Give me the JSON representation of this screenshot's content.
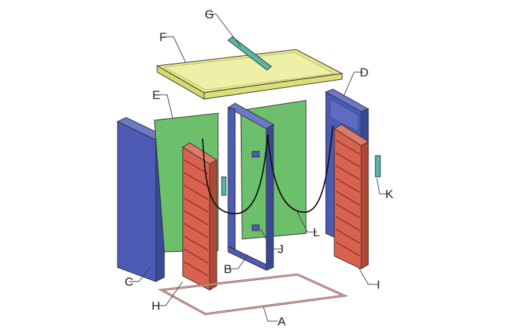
{
  "labels": {
    "A": "A",
    "B": "B",
    "C": "C",
    "D": "D",
    "E": "E",
    "F": "F",
    "G": "G",
    "H": "H",
    "I": "I",
    "J": "J",
    "K": "K",
    "L": "L"
  },
  "colors": {
    "blue_panel": "#4b5bb6",
    "green_panel": "#6cc06c",
    "red_panel": "#d9624f",
    "yellow_roof": "#e6e88a",
    "teal_part": "#55b9a8",
    "base_frame": "#c99a96",
    "cable": "#111111"
  }
}
